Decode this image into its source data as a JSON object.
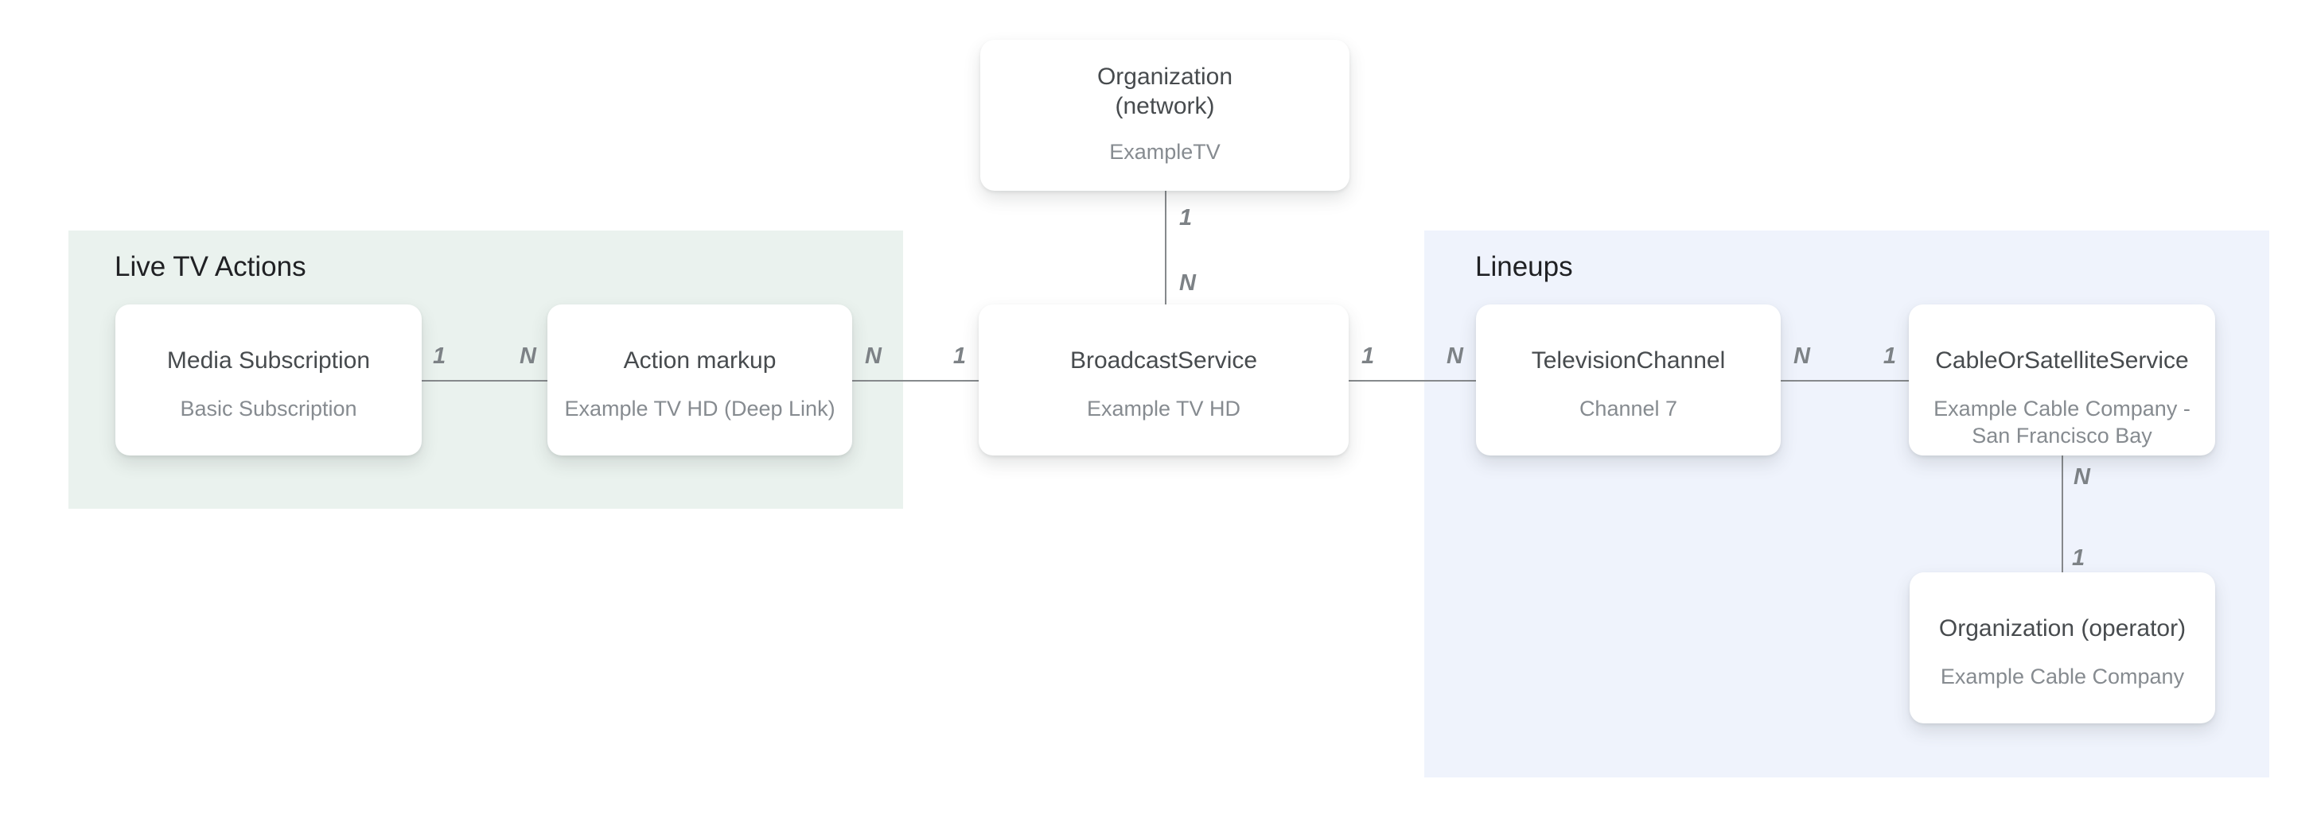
{
  "colors": {
    "canvas_bg": "#ffffff",
    "live_tv_actions_bg": "#eaf2ee",
    "lineups_bg": "#eff3fc",
    "node_bg": "#ffffff",
    "node_title": "#474b4e",
    "node_subtitle": "#868b90",
    "region_title": "#202124",
    "connector": "#86898c",
    "cardinality": "#7d8286"
  },
  "regions": {
    "live_tv_actions": {
      "title": "Live TV Actions"
    },
    "lineups": {
      "title": "Lineups"
    }
  },
  "nodes": {
    "org_network": {
      "title": "Organization (network)",
      "subtitle": "ExampleTV"
    },
    "media_subscription": {
      "title": "Media Subscription",
      "subtitle": "Basic Subscription"
    },
    "action_markup": {
      "title": "Action markup",
      "subtitle": "Example TV HD (Deep Link)"
    },
    "broadcast_service": {
      "title": "BroadcastService",
      "subtitle": "Example TV HD"
    },
    "television_channel": {
      "title": "TelevisionChannel",
      "subtitle": "Channel 7"
    },
    "cable_or_satellite_service": {
      "title": "CableOrSatelliteService",
      "subtitle": "Example Cable Company - San Francisco Bay"
    },
    "org_operator": {
      "title": "Organization (operator)",
      "subtitle": "Example Cable Company"
    }
  },
  "edges": {
    "subscription_to_action": {
      "from_label": "1",
      "to_label": "N"
    },
    "action_to_broadcast": {
      "from_label": "N",
      "to_label": "1"
    },
    "broadcast_to_channel": {
      "from_label": "1",
      "to_label": "N"
    },
    "channel_to_cable": {
      "from_label": "N",
      "to_label": "1"
    },
    "network_to_broadcast": {
      "from_label": "1",
      "to_label": "N"
    },
    "cable_to_operator": {
      "from_label": "N",
      "to_label": "1"
    }
  }
}
